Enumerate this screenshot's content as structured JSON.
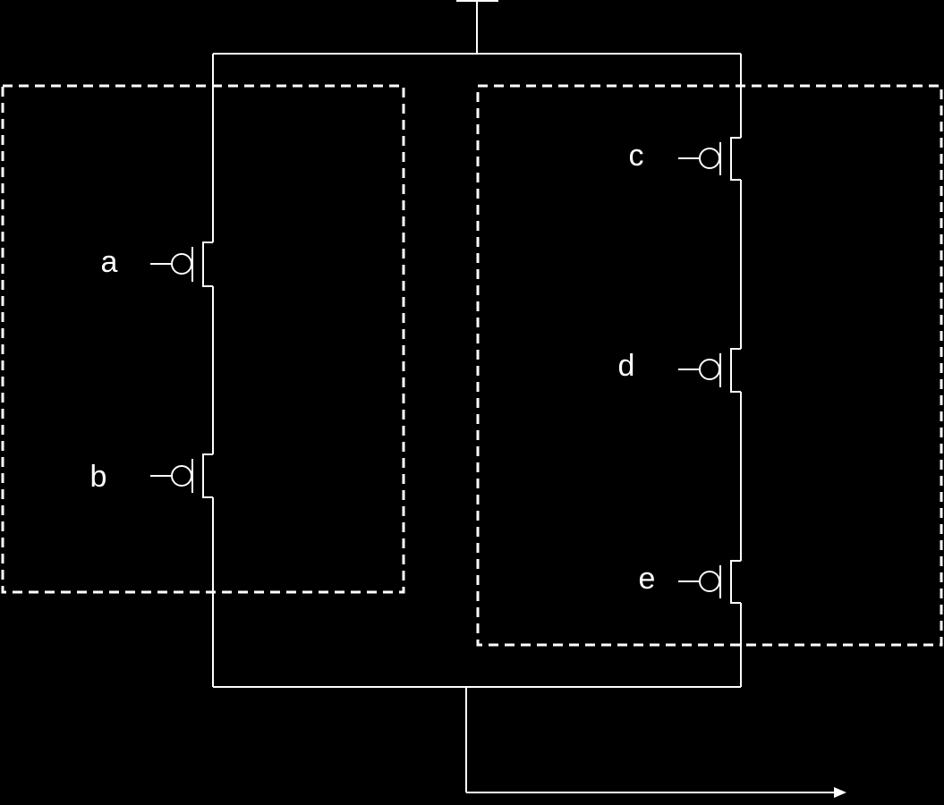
{
  "circuit": {
    "type": "pmos-pull-up-network",
    "inputs": [
      {
        "id": "a",
        "label": "a",
        "branch": "left"
      },
      {
        "id": "b",
        "label": "b",
        "branch": "left"
      },
      {
        "id": "c",
        "label": "c",
        "branch": "right"
      },
      {
        "id": "d",
        "label": "d",
        "branch": "right"
      },
      {
        "id": "e",
        "label": "e",
        "branch": "right"
      }
    ],
    "branches": [
      {
        "name": "left",
        "connection": "series",
        "inputs": [
          "a",
          "b"
        ]
      },
      {
        "name": "right",
        "connection": "series",
        "inputs": [
          "c",
          "d",
          "e"
        ]
      }
    ],
    "branch_connection": "parallel",
    "groups": 2
  },
  "colors": {
    "background": "#000000",
    "foreground": "#ffffff"
  },
  "icons": {
    "supply": "vdd-rail-icon",
    "output": "output-arrow-icon",
    "transistor": "pmos-transistor-icon"
  }
}
